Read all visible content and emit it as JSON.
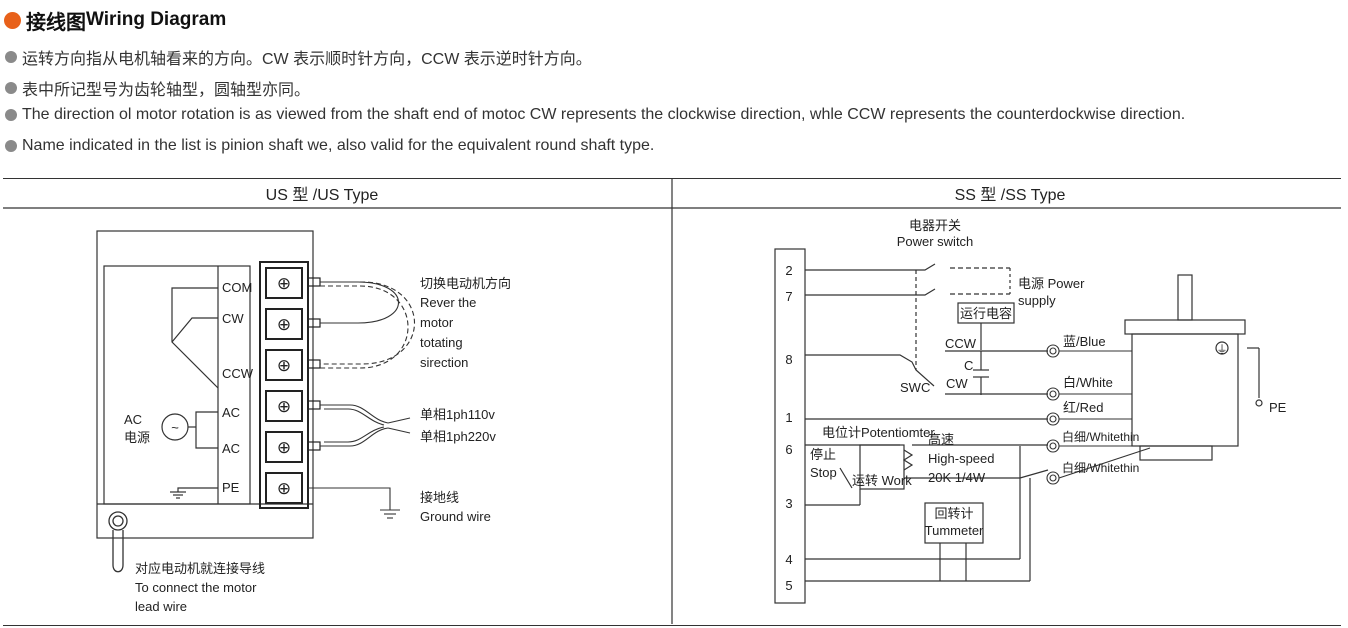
{
  "header": {
    "title_cn": "接线图",
    "title_en": "Wiring Diagram",
    "accent_color": "#e8611a"
  },
  "notes": [
    "运转方向指从电机轴看来的方向。CW 表示顺时针方向，CCW 表示逆时针方向。",
    "表中所记型号为齿轮轴型，圆轴型亦同。",
    "The direction ol motor rotation is as viewed from the shaft end of motoc CW represents the clockwise direction, whle CCW represents the counterdockwise direction.",
    "Name indicated in the list is pinion shaft we, also valid for the equivalent round shaft type."
  ],
  "us_panel": {
    "heading": "US 型 /US Type",
    "terminals": [
      "COM",
      "CW",
      "CCW",
      "AC",
      "AC",
      "PE"
    ],
    "ac_source": [
      "AC",
      "电源"
    ],
    "ac_symbol": "~",
    "screw_symbol": "⊕",
    "reverse_note": [
      "切换电动机方向",
      "Rever the",
      "motor",
      "totating",
      "sirection"
    ],
    "power_note": [
      "单相1ph110v",
      "单相1ph220v"
    ],
    "ground_note": [
      "接地线",
      "Ground wire"
    ],
    "lead_note": [
      "对应电动机就连接导线",
      "To connect the motor",
      "lead wire"
    ]
  },
  "ss_panel": {
    "heading": "SS 型 /SS Type",
    "terminal_numbers": [
      "2",
      "7",
      "8",
      "1",
      "6",
      "3",
      "4",
      "5"
    ],
    "power_switch": [
      "电器开关",
      "Power switch"
    ],
    "power_supply": [
      "电源 Power",
      "supply"
    ],
    "capacitor": "运行电容",
    "ccw": "CCW",
    "c": "C",
    "swc": "SWC",
    "cw": "CW",
    "blue": "蓝/Blue",
    "white": "白/White",
    "red": "红/Red",
    "whitethin1": "白细/Whitethin",
    "whitethin2": "白细/Whitethin",
    "potentiometer": "电位计Potentiomter",
    "high_speed": [
      "高速",
      "High-speed",
      "20K 1/4W"
    ],
    "stop": [
      "停止",
      "Stop"
    ],
    "work": "运转 Work",
    "tummeter": [
      "回转计",
      "Tummeter"
    ],
    "pe": "PE",
    "ground_symbol": "⏚"
  }
}
